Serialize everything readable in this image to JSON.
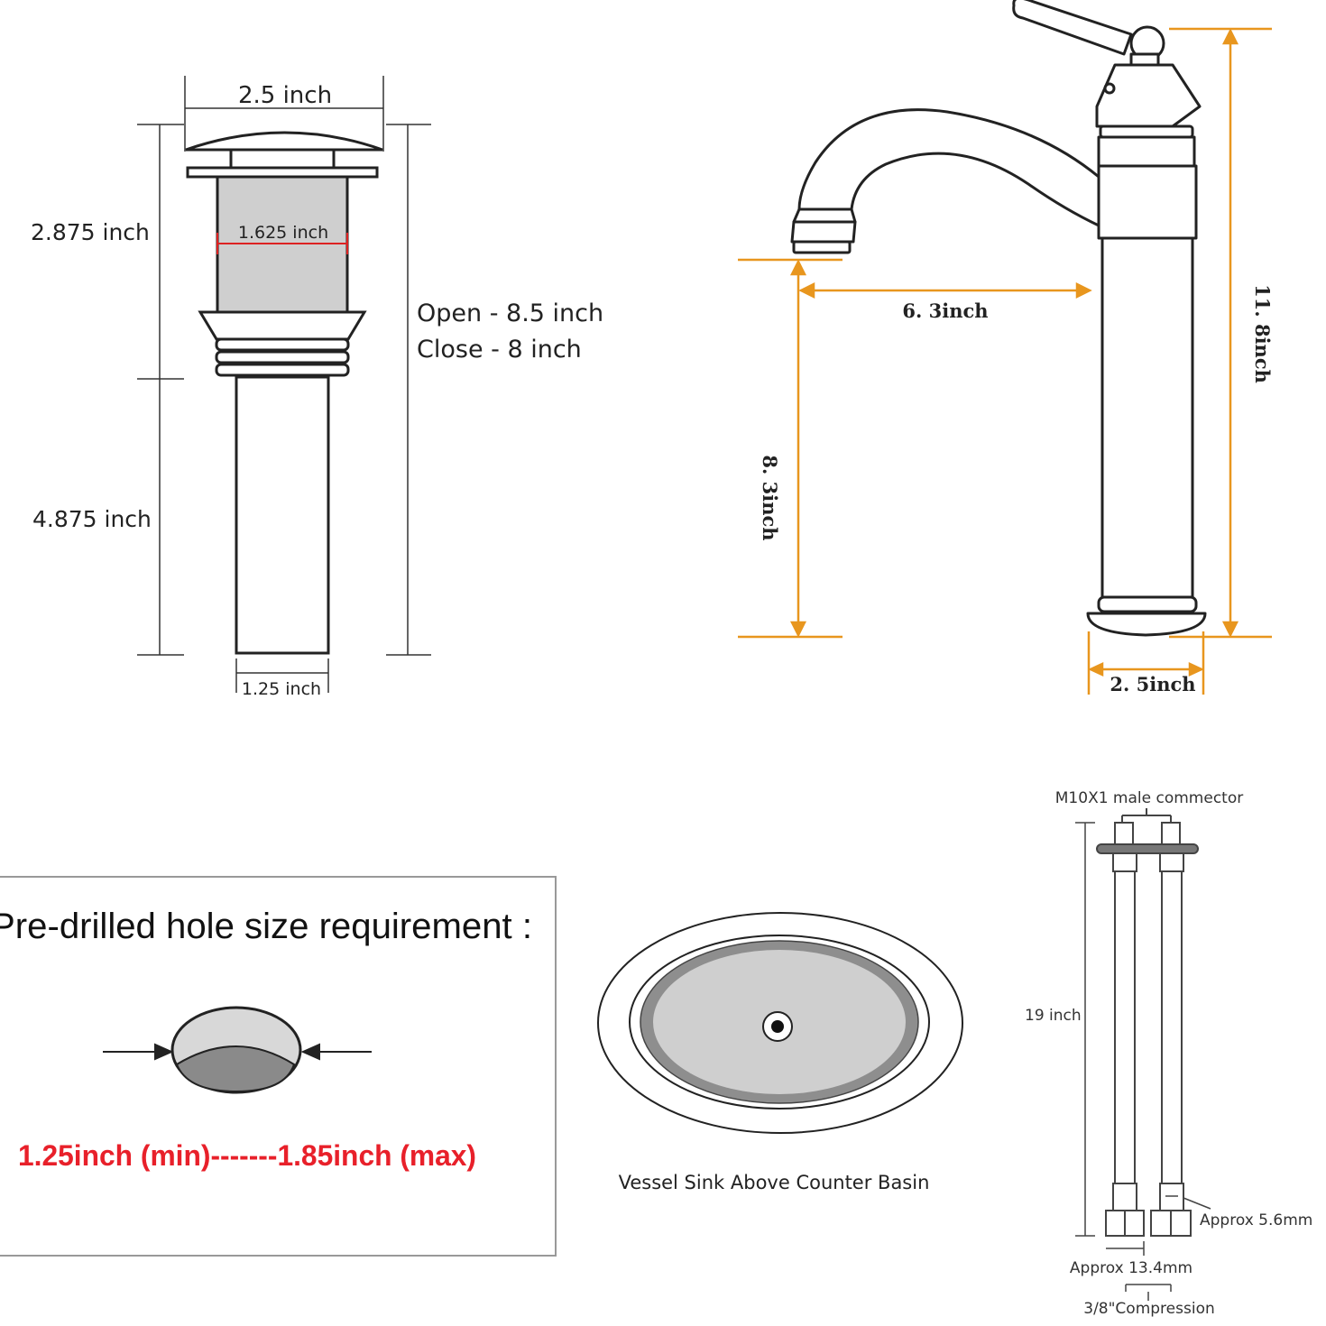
{
  "drain": {
    "top_width": "2.5 inch",
    "upper_height": "2.875 inch",
    "inner_width": "1.625 inch",
    "lower_height": "4.875 inch",
    "bottom_width": "1.25 inch",
    "open_length": "Open - 8.5 inch",
    "close_length": "Close - 8 inch"
  },
  "faucet": {
    "spout_reach": "6. 3inch",
    "spout_height": "8. 3inch",
    "total_height": "11. 8inch",
    "base_width": "2. 5inch",
    "dimension_color": "#e8961e"
  },
  "hole": {
    "title": "Pre-drilled hole size requirement :",
    "range": "1.25inch (min)-------1.85inch (max)",
    "range_color": "#e8202a"
  },
  "basin": {
    "caption": "Vessel Sink Above Counter  Basin"
  },
  "hose": {
    "connector": "M10X1 male commector",
    "length": "19 inch",
    "diameter": "Approx 5.6mm",
    "nut_size": "Approx 13.4mm",
    "fitting": "3/8\"Compression"
  }
}
